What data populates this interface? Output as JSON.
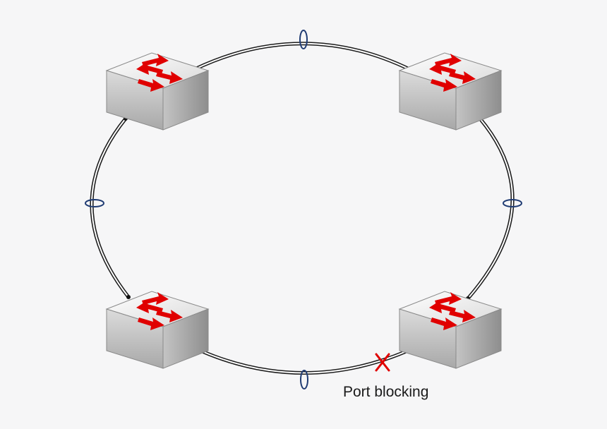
{
  "diagram": {
    "nodes": [
      {
        "id": "switch-top-left",
        "kind": "switch-icon"
      },
      {
        "id": "switch-top-right",
        "kind": "switch-icon"
      },
      {
        "id": "switch-bottom-left",
        "kind": "switch-icon"
      },
      {
        "id": "switch-bottom-right",
        "kind": "switch-icon"
      }
    ],
    "links": [
      {
        "from": "switch-top-left",
        "to": "switch-top-right",
        "bundle_marker": true
      },
      {
        "from": "switch-top-right",
        "to": "switch-bottom-right",
        "bundle_marker": true
      },
      {
        "from": "switch-bottom-right",
        "to": "switch-bottom-left",
        "bundle_marker": true,
        "blocked": true
      },
      {
        "from": "switch-bottom-left",
        "to": "switch-top-left",
        "bundle_marker": true
      }
    ],
    "blocked_port_label": "Port blocking",
    "colors": {
      "link": "#1b1b1b",
      "bundle_marker": "#1f3b73",
      "arrow": "#e00000",
      "blocked_mark": "#e00000"
    }
  }
}
